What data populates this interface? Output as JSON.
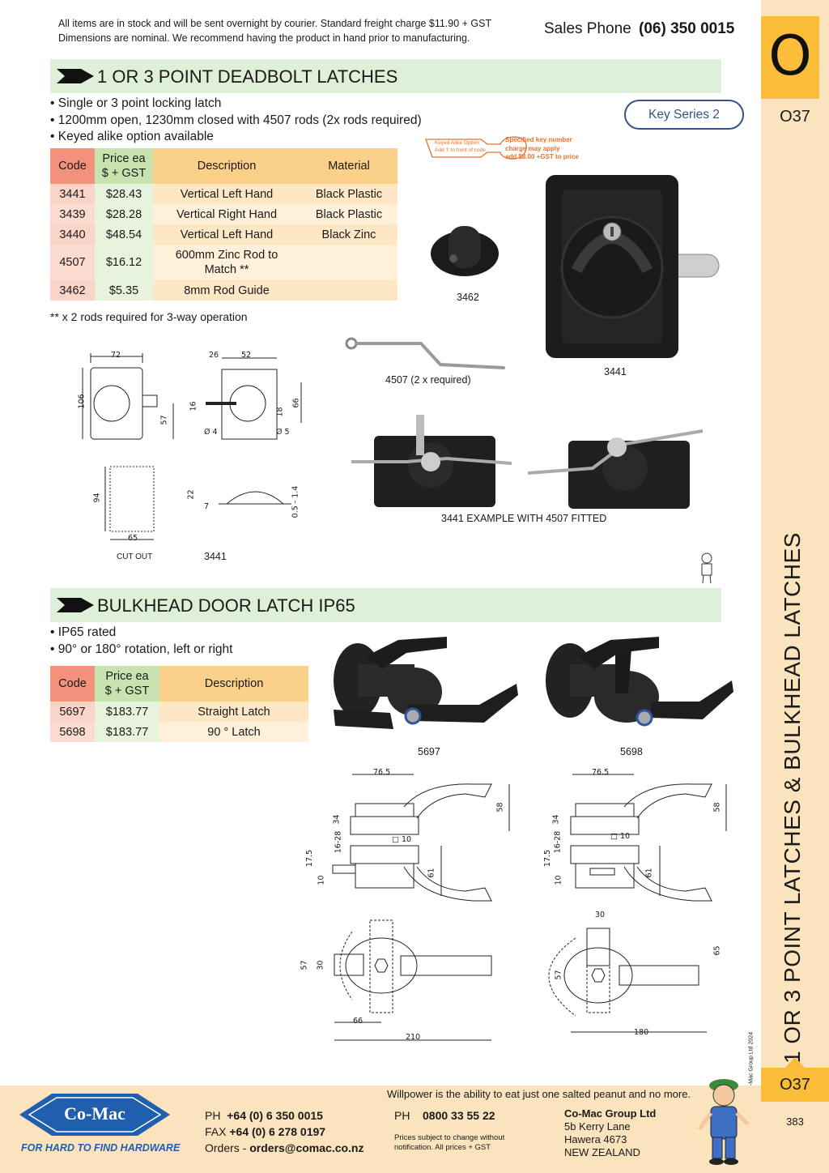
{
  "header": {
    "notice_line1": "All items are in stock and will be sent overnight by courier. Standard freight charge $11.90 + GST",
    "notice_line2": "Dimensions are nominal. We recommend having the product in hand prior to manufacturing.",
    "sales_label": "Sales Phone",
    "sales_phone": "(06) 350 0015"
  },
  "sidebar": {
    "letter": "O",
    "code_top": "O37",
    "vertical_title": "1 OR 3 POINT LATCHES & BULKHEAD LATCHES",
    "copyright": "© Co-Mac Group Ltd 2024",
    "code_bottom": "O37",
    "page_number": "383"
  },
  "section1": {
    "title": "1 OR 3 POINT DEADBOLT LATCHES",
    "bullets": [
      "• Single or 3 point locking latch",
      "• 1200mm open, 1230mm closed with 4507 rods (2x rods required)",
      "• Keyed alike option available"
    ],
    "key_series": "Key Series 2",
    "key_callout": {
      "left_line1": "Keyed Alike Option",
      "left_line2": "Add 'I' to front of code",
      "right_line1": "Specified key number",
      "right_line2": "charge may apply",
      "right_line3": "add $8.00 +GST to price"
    },
    "table": {
      "headers": [
        "Code",
        "Price ea",
        "$ + GST",
        "Description",
        "Material"
      ],
      "rows": [
        {
          "code": "3441",
          "price": "$28.43",
          "desc": "Vertical Left Hand",
          "desc2": "",
          "material": "Black Plastic"
        },
        {
          "code": "3439",
          "price": "$28.28",
          "desc": "Vertical Right Hand",
          "desc2": "",
          "material": "Black Plastic"
        },
        {
          "code": "3440",
          "price": "$48.54",
          "desc": "Vertical Left Hand",
          "desc2": "",
          "material": "Black Zinc"
        },
        {
          "code": "4507",
          "price": "$16.12",
          "desc": "600mm Zinc Rod to",
          "desc2": "Match **",
          "material": ""
        },
        {
          "code": "3462",
          "price": "$5.35",
          "desc": "8mm Rod Guide",
          "desc2": "",
          "material": ""
        }
      ]
    },
    "note": "** x 2 rods required for 3-way operation",
    "captions": {
      "guide": "3462",
      "latch": "3441",
      "rod": "4507 (2 x required)",
      "example": "3441 EXAMPLE WITH 4507 FITTED",
      "cutout": "CUT OUT",
      "drawing": "3441"
    },
    "dims": {
      "w72": "72",
      "h106": "106",
      "d57": "57",
      "w26": "26",
      "w52": "52",
      "d16": "16",
      "d18": "18",
      "d66": "66",
      "dia4": "Ø 4",
      "dia5": "Ø 5",
      "h94": "94",
      "w65": "65",
      "d22": "22",
      "d7": "7",
      "d05": "0.5 - 1.4"
    }
  },
  "section2": {
    "title": "BULKHEAD DOOR LATCH IP65",
    "bullets": [
      "• IP65 rated",
      "• 90° or 180° rotation, left or right"
    ],
    "table": {
      "headers": [
        "Code",
        "Price ea",
        "$ + GST",
        "Description"
      ],
      "rows": [
        {
          "code": "5697",
          "price": "$183.77",
          "desc": "Straight Latch"
        },
        {
          "code": "5698",
          "price": "$183.77",
          "desc": "90 ° Latch"
        }
      ]
    },
    "captions": {
      "left": "5697",
      "right": "5698"
    },
    "dims": {
      "w765": "76.5",
      "d58": "58",
      "d34": "34",
      "d1628": "16-28",
      "sq10": "10",
      "d175": "17.5",
      "d10": "10",
      "d61": "61",
      "d57": "57",
      "d30": "30",
      "d66": "66",
      "d210": "210",
      "d65": "65",
      "d180": "180"
    }
  },
  "footer": {
    "logo_text": "Co-Mac",
    "tagline": "FOR HARD TO FIND HARDWARE",
    "quote": "Willpower is the ability to eat just one salted peanut and no more.",
    "ph_label": "PH",
    "ph": "+64 (0) 6 350 0015",
    "fax_label": "FAX",
    "fax": "+64 (0) 6 278 0197",
    "orders_label": "Orders -",
    "orders": "orders@comac.co.nz",
    "ph2_label": "PH",
    "ph2": "0800 33 55 22",
    "prices_note1": "Prices subject to change without",
    "prices_note2": "notification. All prices + GST",
    "company": "Co-Mac Group Ltd",
    "addr1": "5b Kerry Lane",
    "addr2": "Hawera 4673",
    "addr3": "NEW ZEALAND"
  },
  "colors": {
    "section_bar": "#dff0d8",
    "sidebar": "#fbe3bd",
    "tab": "#fbbd3a",
    "code_header": "#f2927d",
    "price_header": "#c8e3b0",
    "desc_header": "#fbd088",
    "brand_blue": "#1f5fae"
  }
}
